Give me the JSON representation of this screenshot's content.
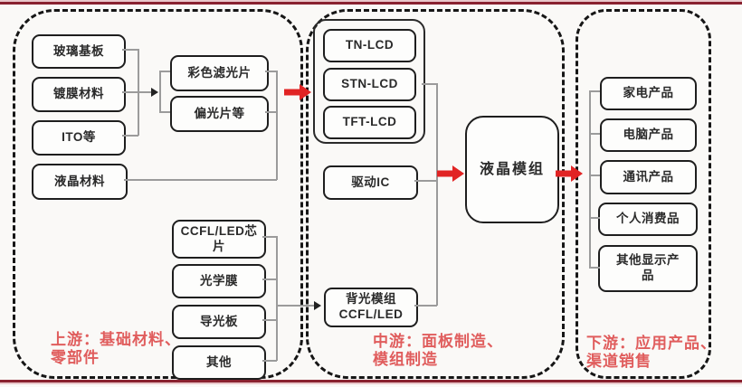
{
  "colors": {
    "accent_red": "#e12424",
    "label_red": "#e05d5d",
    "rule_maroon": "#8a2230",
    "box_border": "#1e1e1e",
    "connector_gray": "#9b9b9b",
    "background": "#faf9f7"
  },
  "upstream": {
    "section_label": "上游：基础材料、\n零部件",
    "boxes": {
      "glass": "玻璃基板",
      "coating": "镀膜材料",
      "ito": "ITO等",
      "lcd_material": "液晶材料",
      "color_filter": "彩色滤光片",
      "polarizer": "偏光片等",
      "ccfl_led_chip": "CCFL/LED芯\n片",
      "optical_film": "光学膜",
      "light_guide": "导光板",
      "other": "其他"
    }
  },
  "midstream": {
    "section_label": "中游：面板制造、\n模组制造",
    "boxes": {
      "tn_lcd": "TN-LCD",
      "stn_lcd": "STN-LCD",
      "tft_lcd": "TFT-LCD",
      "driver_ic": "驱动IC",
      "backlight": "背光模组\nCCFL/LED",
      "lcd_module": "液晶模组"
    }
  },
  "downstream": {
    "section_label": "下游：应用产品、\n渠道销售",
    "boxes": {
      "home_appliance": "家电产品",
      "computer": "电脑产品",
      "communication": "通讯产品",
      "personal_consumer": "个人消费品",
      "other_display": "其他显示产\n品"
    }
  }
}
